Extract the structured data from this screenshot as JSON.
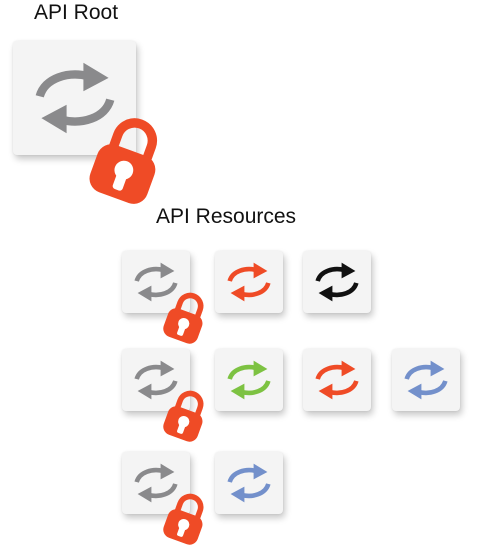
{
  "titles": {
    "root": "API Root",
    "resources": "API Resources"
  },
  "colors": {
    "gray": "#8a8a8c",
    "red": "#ef4b26",
    "black": "#111111",
    "green": "#7dc242",
    "blue": "#7390cb",
    "lock": "#ef4b26"
  },
  "root": {
    "icon": "sync-icon",
    "color": "gray",
    "locked": true
  },
  "resources": [
    [
      {
        "icon": "sync-icon",
        "color": "gray",
        "locked": true
      },
      {
        "icon": "sync-icon",
        "color": "red",
        "locked": false
      },
      {
        "icon": "sync-icon",
        "color": "black",
        "locked": false
      }
    ],
    [
      {
        "icon": "sync-icon",
        "color": "gray",
        "locked": true
      },
      {
        "icon": "sync-icon",
        "color": "green",
        "locked": false
      },
      {
        "icon": "sync-icon",
        "color": "red",
        "locked": false
      },
      {
        "icon": "sync-icon",
        "color": "blue",
        "locked": false
      }
    ],
    [
      {
        "icon": "sync-icon",
        "color": "gray",
        "locked": true
      },
      {
        "icon": "sync-icon",
        "color": "blue",
        "locked": false
      }
    ]
  ]
}
